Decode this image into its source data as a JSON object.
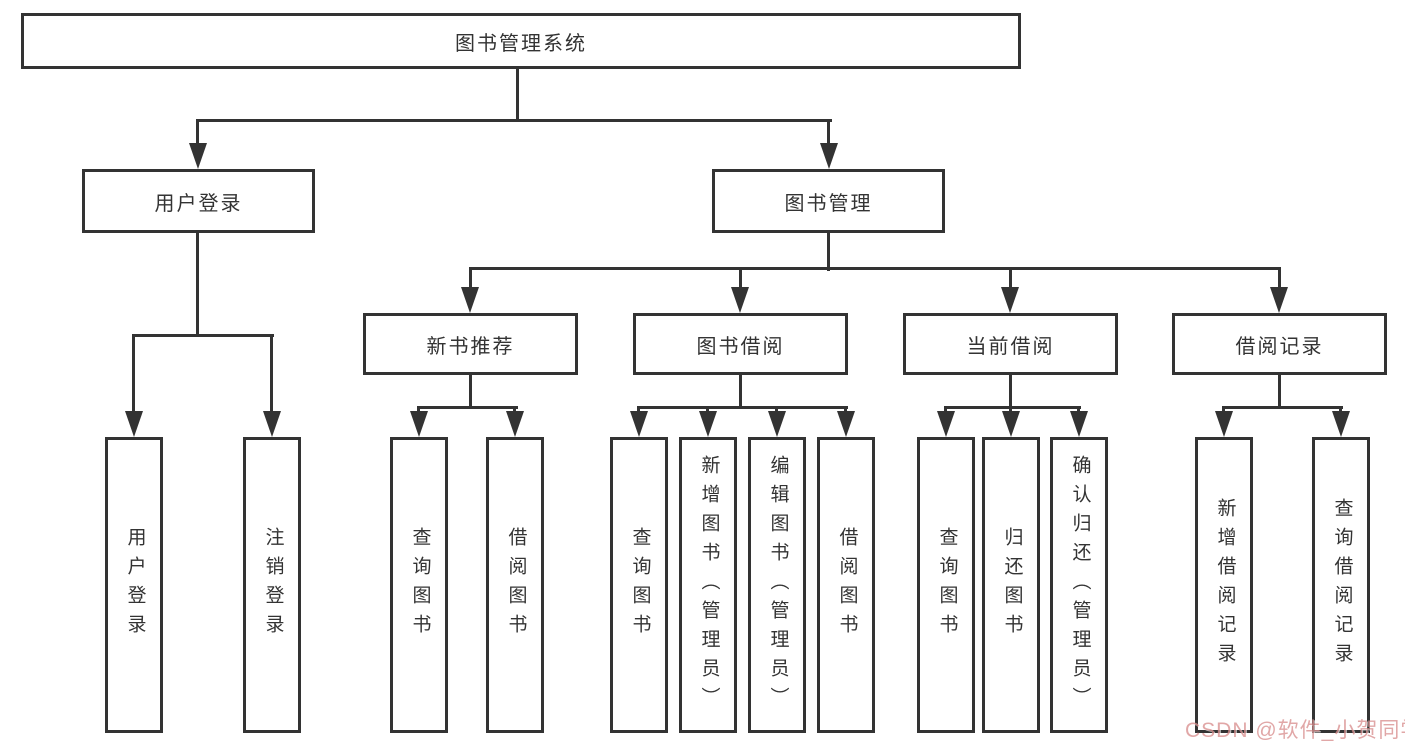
{
  "tree": {
    "label": "图书管理系统",
    "children": [
      {
        "label": "用户登录",
        "children": [
          {
            "label": "用户登录"
          },
          {
            "label": "注销登录"
          }
        ]
      },
      {
        "label": "图书管理",
        "children": [
          {
            "label": "新书推荐",
            "children": [
              {
                "label": "查询图书"
              },
              {
                "label": "借阅图书"
              }
            ]
          },
          {
            "label": "图书借阅",
            "children": [
              {
                "label": "查询图书"
              },
              {
                "label": "新增图书（管理员）"
              },
              {
                "label": "编辑图书（管理员）"
              },
              {
                "label": "借阅图书"
              }
            ]
          },
          {
            "label": "当前借阅",
            "children": [
              {
                "label": "查询图书"
              },
              {
                "label": "归还图书"
              },
              {
                "label": "确认归还（管理员）"
              }
            ]
          },
          {
            "label": "借阅记录",
            "children": [
              {
                "label": "新增借阅记录"
              },
              {
                "label": "查询借阅记录"
              }
            ]
          }
        ]
      }
    ]
  },
  "watermark": {
    "text": "CSDN @软件_小贺同学",
    "color": "#d98f8f"
  },
  "colors": {
    "line": "#333333",
    "box_border": "#333333",
    "text": "#333333",
    "background": "#ffffff"
  }
}
